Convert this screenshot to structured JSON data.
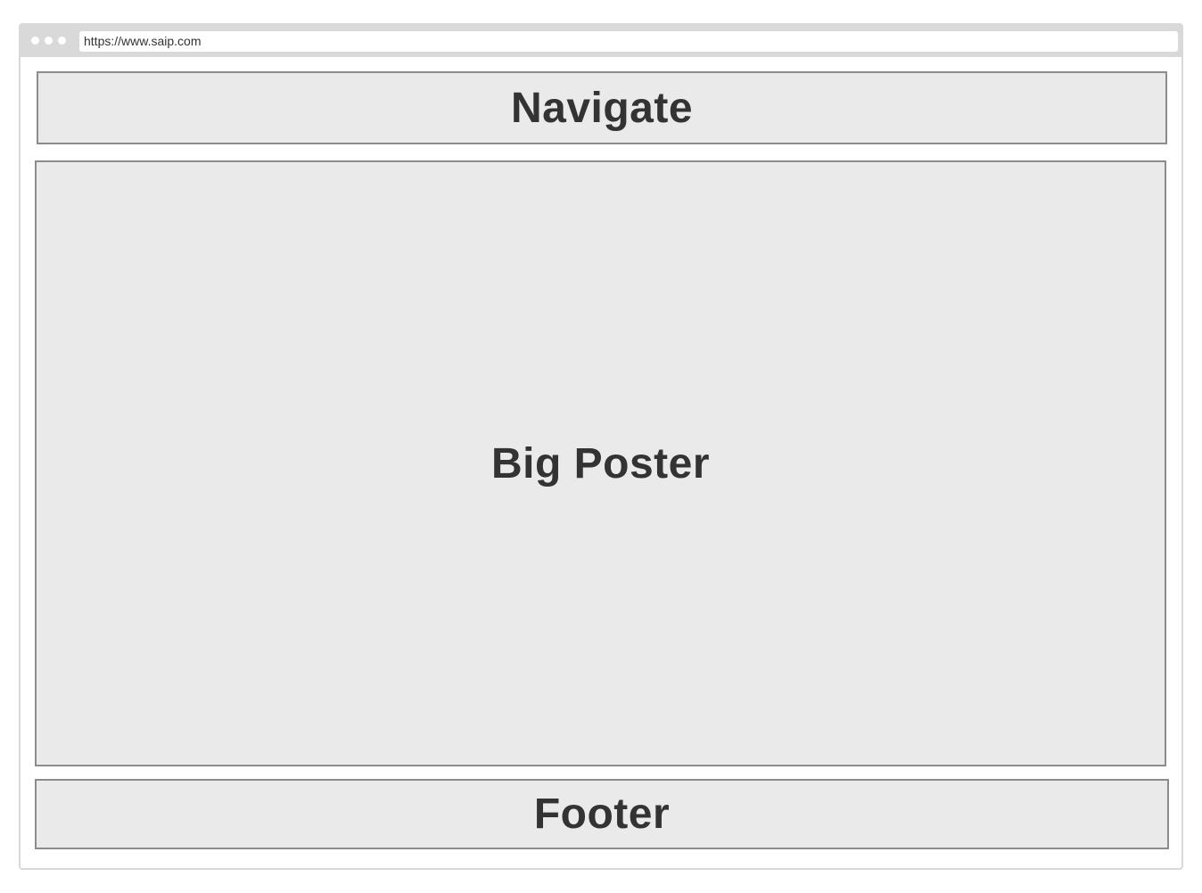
{
  "browser": {
    "url": "https://www.saip.com"
  },
  "navigate": {
    "label": "Navigate"
  },
  "poster": {
    "label": "Big Poster"
  },
  "footer": {
    "label": "Footer"
  },
  "colors": {
    "block_fill": "#eaeaea",
    "block_border": "#8c8c8c",
    "browser_chrome": "#d9d9d9",
    "text": "#333333"
  }
}
